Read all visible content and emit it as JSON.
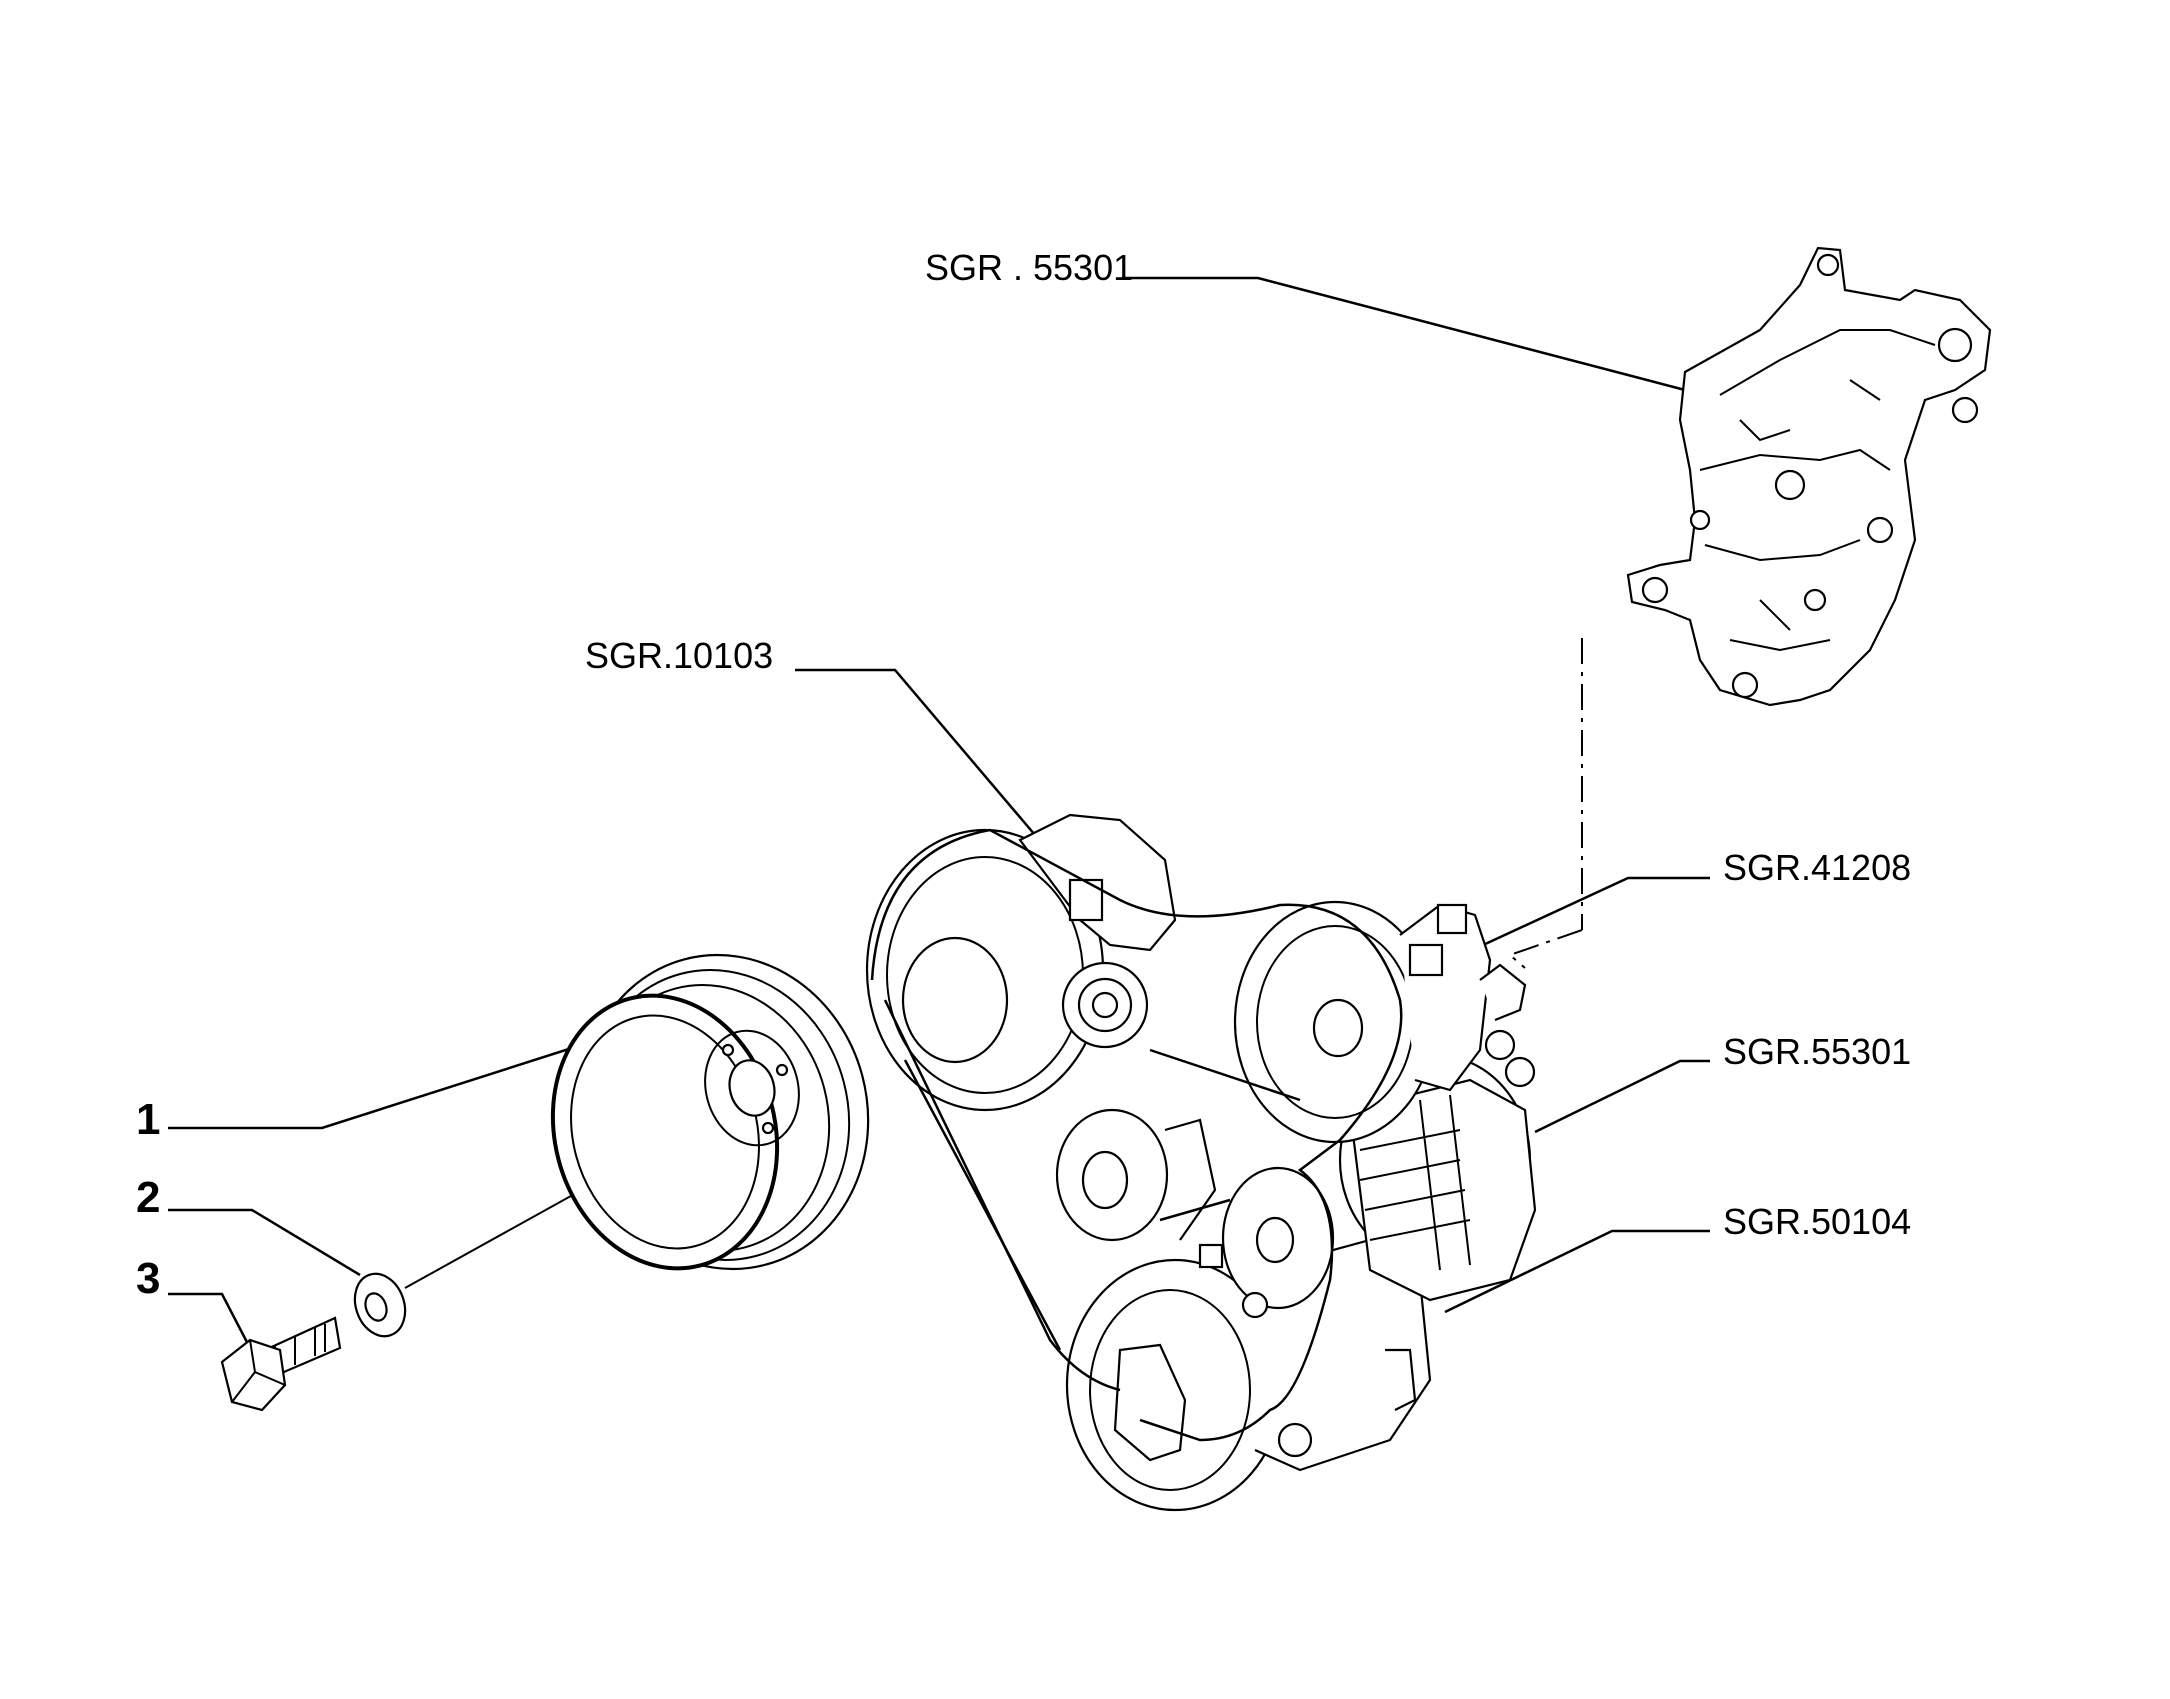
{
  "callouts": {
    "item1": "1",
    "item2": "2",
    "item3": "3",
    "ref_bracket": "SGR . 55301",
    "ref_tensioner": "SGR.10103",
    "ref_pump": "SGR.41208",
    "ref_alternator": "SGR.55301",
    "ref_compressor": "SGR.50104"
  }
}
